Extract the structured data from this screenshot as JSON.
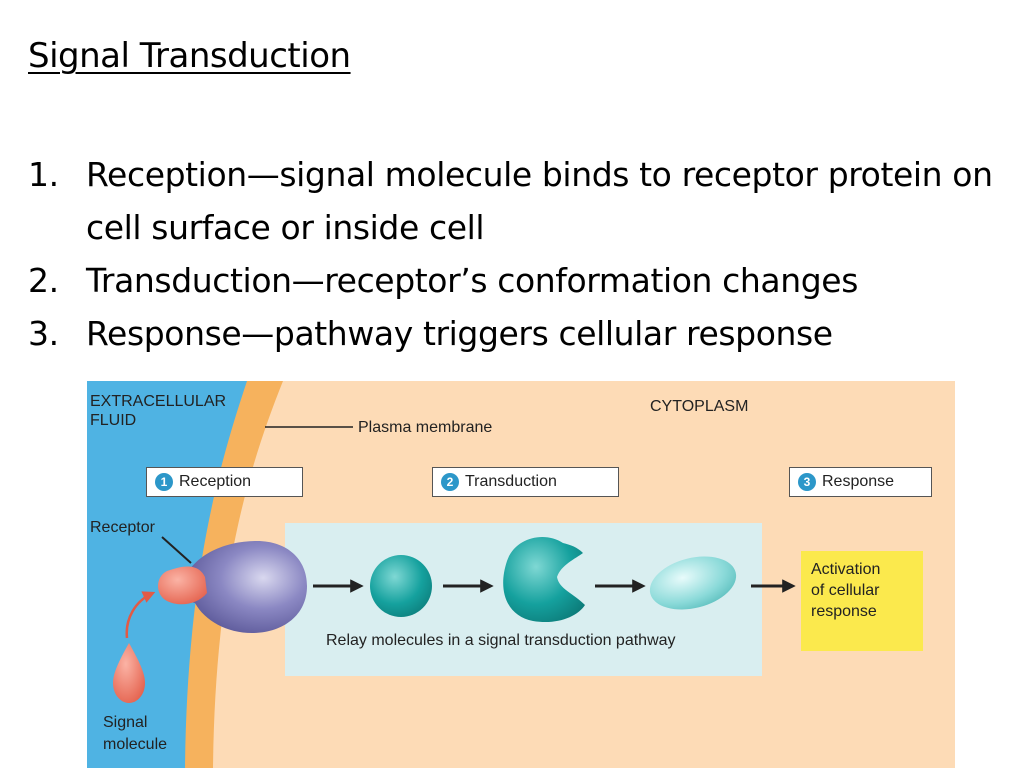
{
  "slide": {
    "title": "Signal Transduction",
    "steps": [
      {
        "number": "1.",
        "text": "Reception—signal molecule binds to receptor protein on cell surface or inside cell"
      },
      {
        "number": "2.",
        "text": "Transduction—receptor’s conformation changes"
      },
      {
        "number": "3.",
        "text": "Response—pathway triggers cellular response"
      }
    ]
  },
  "figure": {
    "region_labels": {
      "extracellular": "EXTRACELLULAR\nFLUID",
      "cytoplasm": "CYTOPLASM"
    },
    "membrane_label": "Plasma membrane",
    "stage_boxes": [
      {
        "badge": "1",
        "label": "Reception"
      },
      {
        "badge": "2",
        "label": "Transduction"
      },
      {
        "badge": "3",
        "label": "Response"
      }
    ],
    "receptor_label": "Receptor",
    "signal_label": "Signal\nmolecule",
    "relay_caption": "Relay molecules in a signal transduction pathway",
    "response_text": "Activation\nof cellular\nresponse",
    "colors": {
      "extracellular": "#4fb3e3",
      "membrane": "#f6b25d",
      "cytoplasm": "#fddbb6",
      "relay_panel": "#d9eef0",
      "receptor": "#7a76b5",
      "signal": "#ef7360",
      "relay": "#16a2a0",
      "response": "#fbe94d",
      "badge": "#2c97c9"
    }
  }
}
